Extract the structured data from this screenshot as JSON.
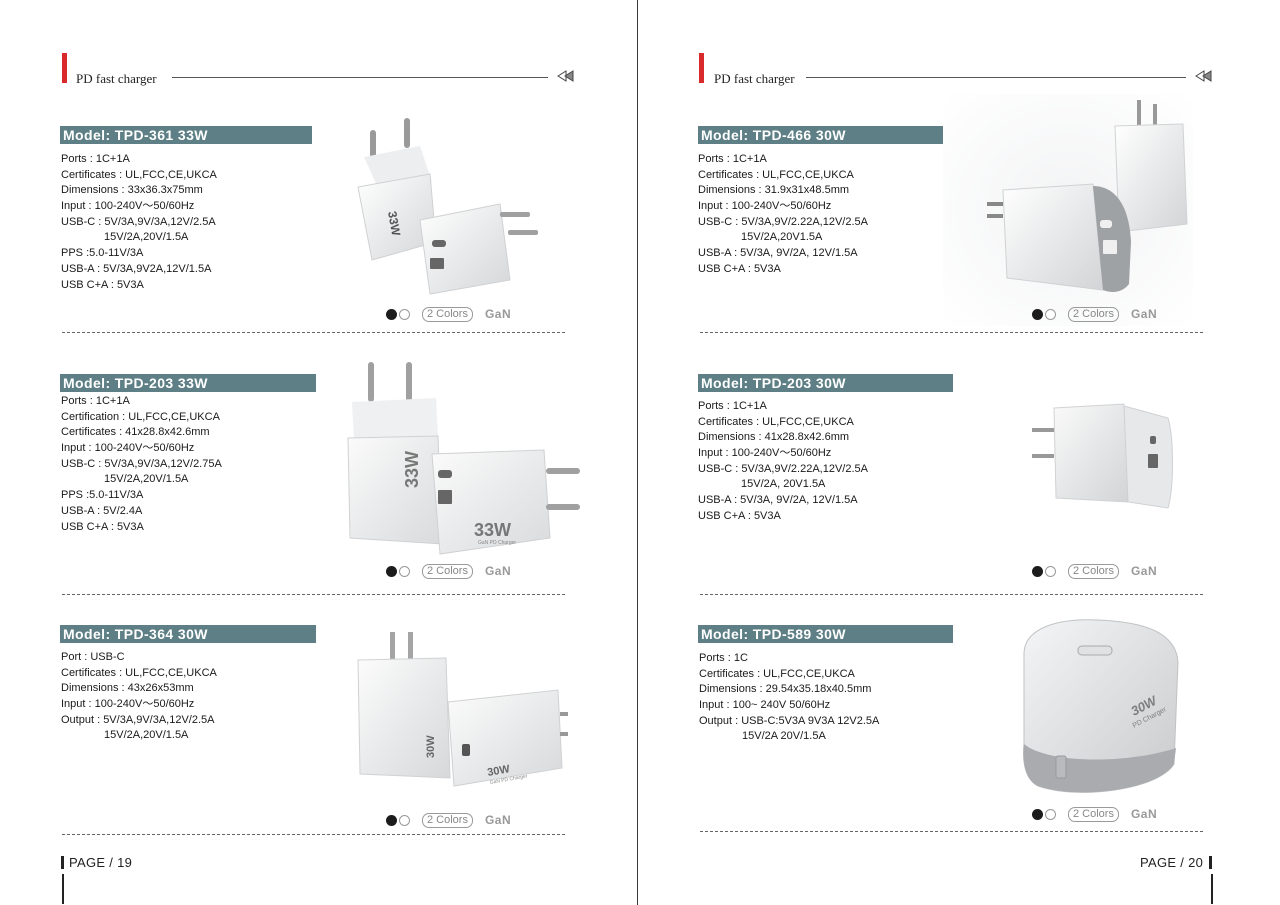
{
  "left": {
    "header": "PD fast charger",
    "sections": [
      {
        "model": "Model: TPD-361 33W",
        "specs": [
          "Ports : 1C+1A",
          "Certificates : UL,FCC,CE,UKCA",
          "Dimensions : 33x36.3x75mm",
          "Input : 100-240V～50/60Hz",
          "USB-C : 5V/3A,9V/3A,12V/2.5A",
          "15V/2A,20V/1.5A",
          "PPS :5.0-11V/3A",
          "USB-A : 5V/3A,9V2A,12V/1.5A",
          "USB C+A : 5V3A"
        ],
        "colors_label": "2 Colors",
        "gan_label": "GaN",
        "product_text": "33W"
      },
      {
        "model": "Model: TPD-203 33W",
        "specs": [
          "Ports : 1C+1A",
          "Certification : UL,FCC,CE,UKCA",
          "Certificates : 41x28.8x42.6mm",
          "Input : 100-240V～50/60Hz",
          "USB-C : 5V/3A,9V/3A,12V/2.75A",
          "15V/2A,20V/1.5A",
          "PPS :5.0-11V/3A",
          "USB-A : 5V/2.4A",
          "USB C+A : 5V3A"
        ],
        "colors_label": "2 Colors",
        "gan_label": "GaN",
        "product_text": "33W",
        "product_subtext": "GaN PD Charger"
      },
      {
        "model": "Model: TPD-364 30W",
        "specs": [
          "Port : USB-C",
          "Certificates : UL,FCC,CE,UKCA",
          "Dimensions : 43x26x53mm",
          "Input : 100-240V～50/60Hz",
          "Output : 5V/3A,9V/3A,12V/2.5A",
          "15V/2A,20V/1.5A"
        ],
        "colors_label": "2 Colors",
        "gan_label": "GaN",
        "product_text": "30W",
        "product_subtext": "GaN PD Charger"
      }
    ],
    "page_label": "PAGE / 19"
  },
  "right": {
    "header": "PD fast charger",
    "sections": [
      {
        "model": "Model: TPD-466 30W",
        "specs": [
          "Ports : 1C+1A",
          "Certificates : UL,FCC,CE,UKCA",
          "Dimensions : 31.9x31x48.5mm",
          "Input : 100-240V～50/60Hz",
          "USB-C : 5V/3A,9V/2.22A,12V/2.5A",
          "15V/2A,20V1.5A",
          "USB-A : 5V/3A, 9V/2A, 12V/1.5A",
          "USB C+A : 5V3A"
        ],
        "colors_label": "2 Colors",
        "gan_label": "GaN"
      },
      {
        "model": "Model: TPD-203 30W",
        "specs": [
          "Ports : 1C+1A",
          "Certificates : UL,FCC,CE,UKCA",
          "Dimensions : 41x28.8x42.6mm",
          "Input : 100-240V～50/60Hz",
          "USB-C : 5V/3A,9V/2.22A,12V/2.5A",
          "15V/2A, 20V1.5A",
          "USB-A : 5V/3A, 9V/2A, 12V/1.5A",
          "USB C+A : 5V3A"
        ],
        "colors_label": "2 Colors",
        "gan_label": "GaN"
      },
      {
        "model": "Model: TPD-589  30W",
        "specs": [
          "Ports : 1C",
          "Certificates : UL,FCC,CE,UKCA",
          "Dimensions : 29.54x35.18x40.5mm",
          "Input : 100~ 240V 50/60Hz",
          "Output : USB-C:5V3A 9V3A 12V2.5A",
          "15V/2A 20V/1.5A"
        ],
        "colors_label": "2 Colors",
        "gan_label": "GaN",
        "product_text": "30W",
        "product_subtext": "PD Charger"
      }
    ],
    "page_label": "PAGE / 20"
  },
  "icons": {
    "header_arrow": "double-rewind-arrow-icon"
  },
  "colors": {
    "accent_red": "#d92b2b",
    "model_bar": "#5d7f85"
  }
}
